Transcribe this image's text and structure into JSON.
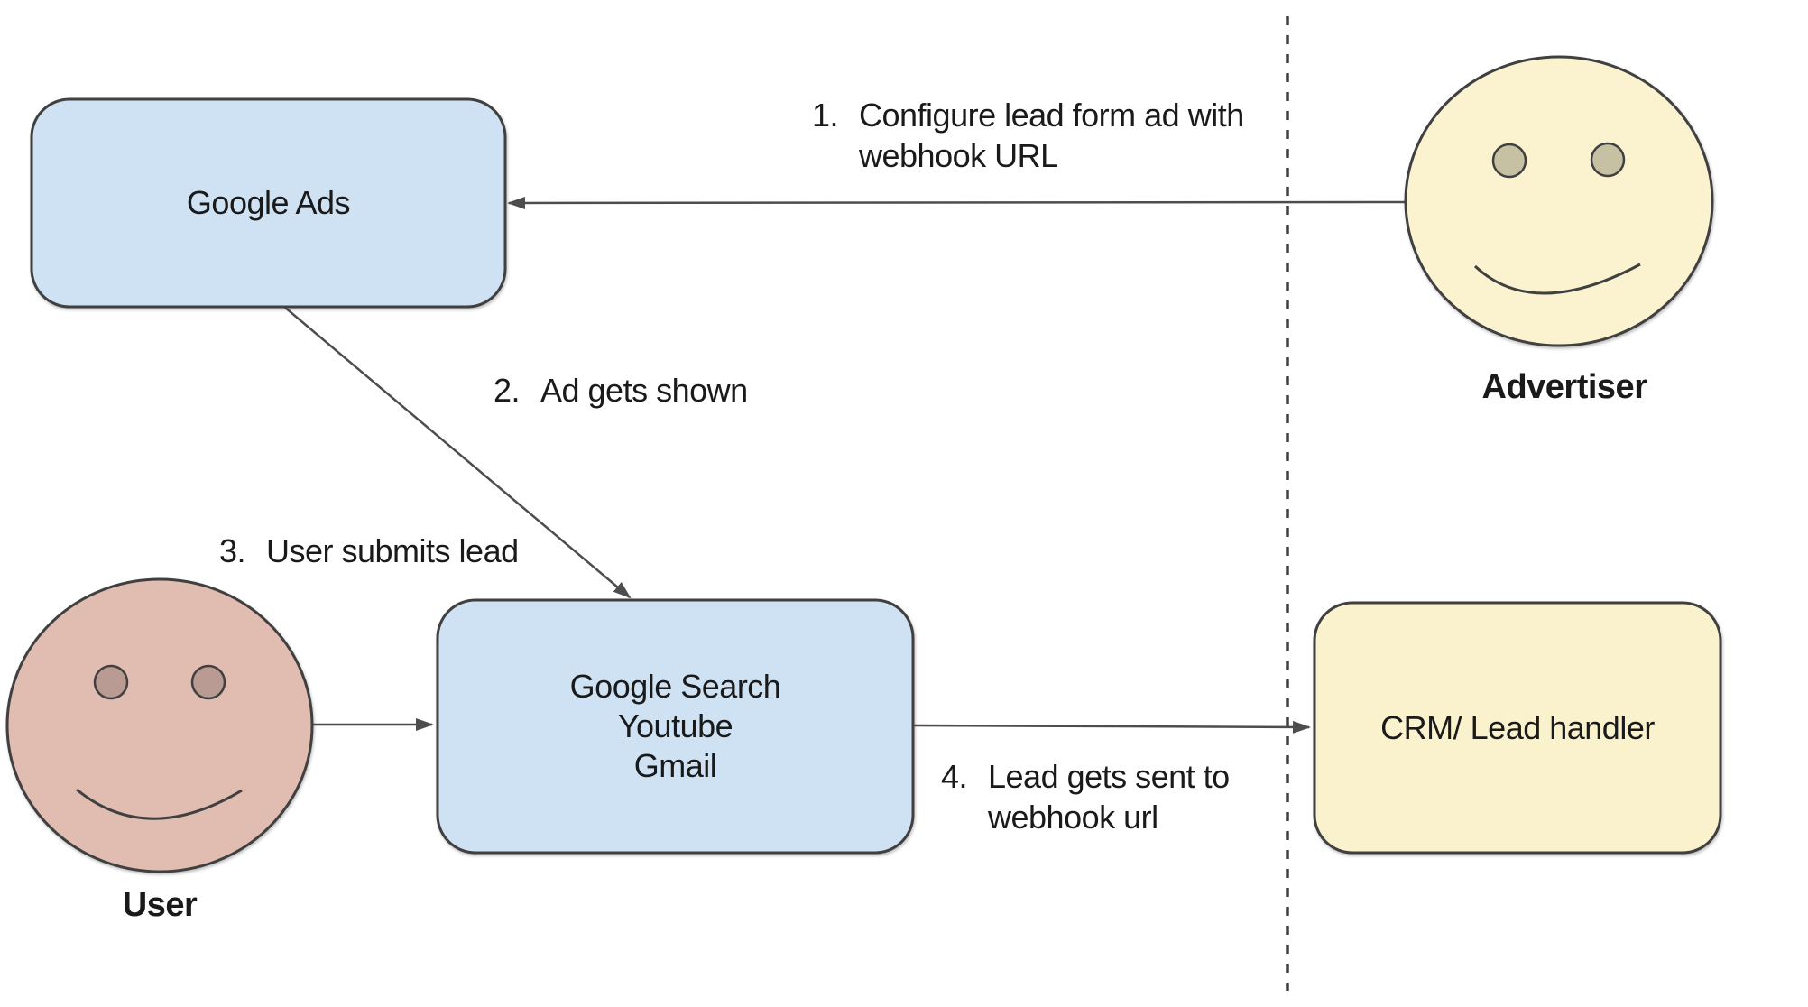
{
  "diagram": {
    "nodes": {
      "google_ads": {
        "label": "Google Ads"
      },
      "channels": {
        "lines": [
          "Google Search",
          "Youtube",
          "Gmail"
        ]
      },
      "crm": {
        "label": "CRM/ Lead handler"
      },
      "advertiser": {
        "label": "Advertiser"
      },
      "user": {
        "label": "User"
      }
    },
    "steps": [
      {
        "num": "1.",
        "lines": [
          "Configure lead form ad with",
          "webhook URL"
        ]
      },
      {
        "num": "2.",
        "lines": [
          "Ad gets shown"
        ]
      },
      {
        "num": "3.",
        "lines": [
          "User submits lead"
        ]
      },
      {
        "num": "4.",
        "lines": [
          "Lead gets sent to",
          "webhook url"
        ]
      }
    ],
    "colors": {
      "box_blue": "#cfe2f3",
      "box_yellow": "#faf1cd",
      "face_yellow": "#fbf2d0",
      "face_pink": "#e1bcb1",
      "eye_tan": "#c7c1a3",
      "eye_pink": "#ba9b93",
      "shape_stroke": "#404040",
      "line_stroke": "#4d4d4d",
      "text": "#1a1a1a"
    }
  }
}
